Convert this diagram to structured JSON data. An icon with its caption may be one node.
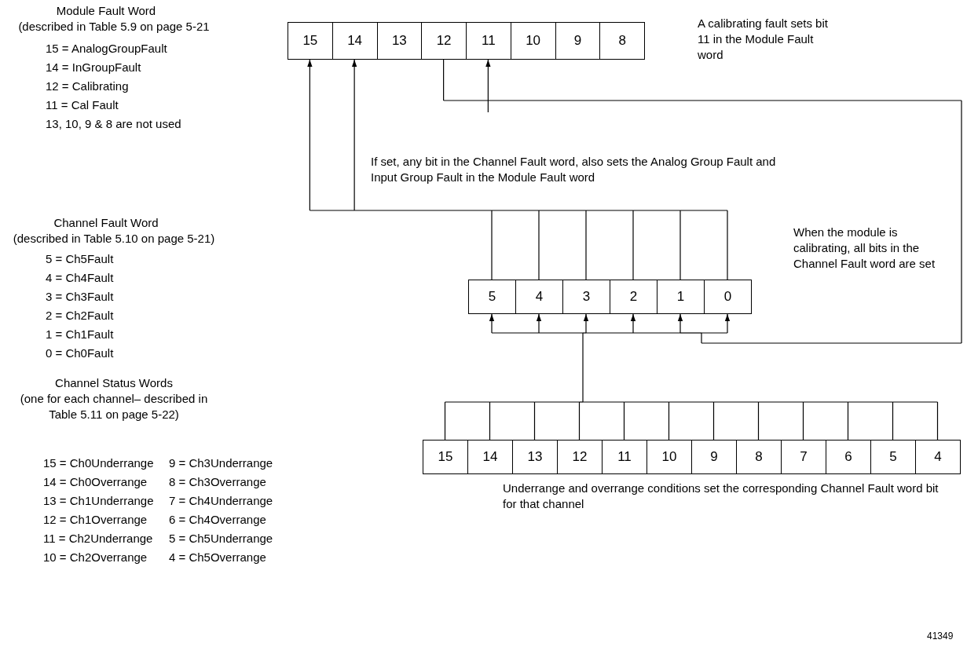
{
  "diagram": {
    "nodes": [
      {
        "text": [
          "15"
        ]
      },
      {
        "text": [
          "14"
        ]
      },
      {
        "text": [
          "13"
        ]
      },
      {
        "text": [
          "12"
        ]
      },
      {
        "text": [
          "11"
        ]
      },
      {
        "text": [
          "10"
        ]
      },
      {
        "text": [
          "9"
        ]
      },
      {
        "text": [
          "8"
        ]
      },
      {
        "text": [
          "5"
        ]
      },
      {
        "text": [
          "4"
        ]
      },
      {
        "text": [
          "3"
        ]
      },
      {
        "text": [
          "2"
        ]
      },
      {
        "text": [
          "1"
        ]
      },
      {
        "text": [
          "0"
        ]
      },
      {
        "text": [
          "15"
        ]
      },
      {
        "text": [
          "14"
        ]
      },
      {
        "text": [
          "13"
        ]
      },
      {
        "text": [
          "12"
        ]
      },
      {
        "text": [
          "11"
        ]
      },
      {
        "text": [
          "10"
        ]
      },
      {
        "text": [
          "9"
        ]
      },
      {
        "text": [
          "8"
        ]
      },
      {
        "text": [
          "7"
        ]
      },
      {
        "text": [
          "6"
        ]
      },
      {
        "text": [
          "5"
        ]
      },
      {
        "text": [
          "4"
        ]
      }
    ],
    "edges": [
      {
        "from": 3,
        "to": 8,
        "arrow": "to"
      },
      {
        "from": 3,
        "to": 9,
        "arrow": "to"
      },
      {
        "from": 3,
        "to": 10,
        "arrow": "to"
      },
      {
        "from": 3,
        "to": 11,
        "arrow": "to"
      },
      {
        "from": 3,
        "to": 12,
        "arrow": "to"
      },
      {
        "from": 3,
        "to": 13,
        "arrow": "to"
      },
      {
        "from": null,
        "to": 4,
        "arrow": "to"
      },
      {
        "from": 8,
        "to": 0,
        "arrow": "to"
      },
      {
        "from": 8,
        "to": 1,
        "arrow": "to"
      },
      {
        "from": 9,
        "to": 0,
        "arrow": "to"
      },
      {
        "from": 9,
        "to": 1,
        "arrow": "to"
      },
      {
        "from": 10,
        "to": 0,
        "arrow": "to"
      },
      {
        "from": 10,
        "to": 1,
        "arrow": "to"
      },
      {
        "from": 11,
        "to": 0,
        "arrow": "to"
      },
      {
        "from": 11,
        "to": 1,
        "arrow": "to"
      },
      {
        "from": 12,
        "to": 0,
        "arrow": "to"
      },
      {
        "from": 12,
        "to": 1,
        "arrow": "to"
      },
      {
        "from": 13,
        "to": 0,
        "arrow": "to"
      },
      {
        "from": 13,
        "to": 1,
        "arrow": "to"
      },
      {
        "from": 14,
        "to": 8,
        "arrow": "to"
      },
      {
        "from": 14,
        "to": 9,
        "arrow": "to"
      },
      {
        "from": 14,
        "to": 10,
        "arrow": "to"
      },
      {
        "from": 14,
        "to": 11,
        "arrow": "to"
      },
      {
        "from": 14,
        "to": 12,
        "arrow": "to"
      },
      {
        "from": 14,
        "to": 13,
        "arrow": "to"
      },
      {
        "from": 15,
        "to": 8,
        "arrow": "to"
      },
      {
        "from": 15,
        "to": 9,
        "arrow": "to"
      },
      {
        "from": 15,
        "to": 10,
        "arrow": "to"
      },
      {
        "from": 15,
        "to": 11,
        "arrow": "to"
      },
      {
        "from": 15,
        "to": 12,
        "arrow": "to"
      },
      {
        "from": 15,
        "to": 13,
        "arrow": "to"
      },
      {
        "from": 16,
        "to": 8,
        "arrow": "to"
      },
      {
        "from": 16,
        "to": 9,
        "arrow": "to"
      },
      {
        "from": 16,
        "to": 10,
        "arrow": "to"
      },
      {
        "from": 16,
        "to": 11,
        "arrow": "to"
      },
      {
        "from": 16,
        "to": 12,
        "arrow": "to"
      },
      {
        "from": 16,
        "to": 13,
        "arrow": "to"
      },
      {
        "from": 17,
        "to": 8,
        "arrow": "to"
      },
      {
        "from": 17,
        "to": 9,
        "arrow": "to"
      },
      {
        "from": 17,
        "to": 10,
        "arrow": "to"
      },
      {
        "from": 17,
        "to": 11,
        "arrow": "to"
      },
      {
        "from": 17,
        "to": 12,
        "arrow": "to"
      },
      {
        "from": 17,
        "to": 13,
        "arrow": "to"
      },
      {
        "from": 18,
        "to": 8,
        "arrow": "to"
      },
      {
        "from": 18,
        "to": 9,
        "arrow": "to"
      },
      {
        "from": 18,
        "to": 10,
        "arrow": "to"
      },
      {
        "from": 18,
        "to": 11,
        "arrow": "to"
      },
      {
        "from": 18,
        "to": 12,
        "arrow": "to"
      },
      {
        "from": 18,
        "to": 13,
        "arrow": "to"
      },
      {
        "from": 19,
        "to": 8,
        "arrow": "to"
      },
      {
        "from": 19,
        "to": 9,
        "arrow": "to"
      },
      {
        "from": 19,
        "to": 10,
        "arrow": "to"
      },
      {
        "from": 19,
        "to": 11,
        "arrow": "to"
      },
      {
        "from": 19,
        "to": 12,
        "arrow": "to"
      },
      {
        "from": 19,
        "to": 13,
        "arrow": "to"
      },
      {
        "from": 20,
        "to": 8,
        "arrow": "to"
      },
      {
        "from": 20,
        "to": 9,
        "arrow": "to"
      },
      {
        "from": 20,
        "to": 10,
        "arrow": "to"
      },
      {
        "from": 20,
        "to": 11,
        "arrow": "to"
      },
      {
        "from": 20,
        "to": 12,
        "arrow": "to"
      },
      {
        "from": 20,
        "to": 13,
        "arrow": "to"
      },
      {
        "from": 21,
        "to": 8,
        "arrow": "to"
      },
      {
        "from": 21,
        "to": 9,
        "arrow": "to"
      },
      {
        "from": 21,
        "to": 10,
        "arrow": "to"
      },
      {
        "from": 21,
        "to": 11,
        "arrow": "to"
      },
      {
        "from": 21,
        "to": 12,
        "arrow": "to"
      },
      {
        "from": 21,
        "to": 13,
        "arrow": "to"
      },
      {
        "from": 22,
        "to": 8,
        "arrow": "to"
      },
      {
        "from": 22,
        "to": 9,
        "arrow": "to"
      },
      {
        "from": 22,
        "to": 10,
        "arrow": "to"
      },
      {
        "from": 22,
        "to": 11,
        "arrow": "to"
      },
      {
        "from": 22,
        "to": 12,
        "arrow": "to"
      },
      {
        "from": 22,
        "to": 13,
        "arrow": "to"
      },
      {
        "from": 23,
        "to": 8,
        "arrow": "to"
      },
      {
        "from": 23,
        "to": 9,
        "arrow": "to"
      },
      {
        "from": 23,
        "to": 10,
        "arrow": "to"
      },
      {
        "from": 23,
        "to": 11,
        "arrow": "to"
      },
      {
        "from": 23,
        "to": 12,
        "arrow": "to"
      },
      {
        "from": 23,
        "to": 13,
        "arrow": "to"
      },
      {
        "from": 24,
        "to": 8,
        "arrow": "to"
      },
      {
        "from": 24,
        "to": 9,
        "arrow": "to"
      },
      {
        "from": 24,
        "to": 10,
        "arrow": "to"
      },
      {
        "from": 24,
        "to": 11,
        "arrow": "to"
      },
      {
        "from": 24,
        "to": 12,
        "arrow": "to"
      },
      {
        "from": 24,
        "to": 13,
        "arrow": "to"
      },
      {
        "from": 25,
        "to": 8,
        "arrow": "to"
      },
      {
        "from": 25,
        "to": 9,
        "arrow": "to"
      },
      {
        "from": 25,
        "to": 10,
        "arrow": "to"
      },
      {
        "from": 25,
        "to": 11,
        "arrow": "to"
      },
      {
        "from": 25,
        "to": 12,
        "arrow": "to"
      },
      {
        "from": 25,
        "to": 13,
        "arrow": "to"
      }
    ],
    "labels": [
      "Module Fault Word",
      "(described in Table 5.9 on page 5-21",
      "15 = AnalogGroupFault",
      "14 = InGroupFault",
      "12 = Calibrating",
      "11 = Cal Fault",
      "13, 10, 9 & 8 are not used",
      "A calibrating fault sets bit 11 in the Module Fault word",
      "If set, any bit in the Channel Fault word, also sets the Analog Group Fault and Input Group Fault in the Module Fault word",
      "Channel Fault Word",
      "(described in Table 5.10 on page 5-21)",
      "When the module is calibrating, all bits in the Channel Fault word are set",
      "5 = Ch5Fault",
      "4 = Ch4Fault",
      "3 = Ch3Fault",
      "2 = Ch2Fault",
      "1 = Ch1Fault",
      "0 = Ch0Fault",
      "Channel Status Words",
      "(one for each channel– described in Table 5.11 on page 5-22)",
      "15 = Ch0Underrange",
      "9 = Ch3Underrange",
      "14 = Ch0Overrange",
      "8 = Ch3Overrange",
      "13 = Ch1Underrange",
      "7 = Ch4Underrange",
      "12 = Ch1Overrange",
      "6 = Ch4Overrange",
      "11 = Ch2Underrange",
      "5 = Ch5Underrange",
      "10 = Ch2Overrange",
      "4 = Ch5Overrange",
      "Underrange and overrange conditions set the corresponding Channel Fault word bit for that channel",
      "41349"
    ]
  }
}
